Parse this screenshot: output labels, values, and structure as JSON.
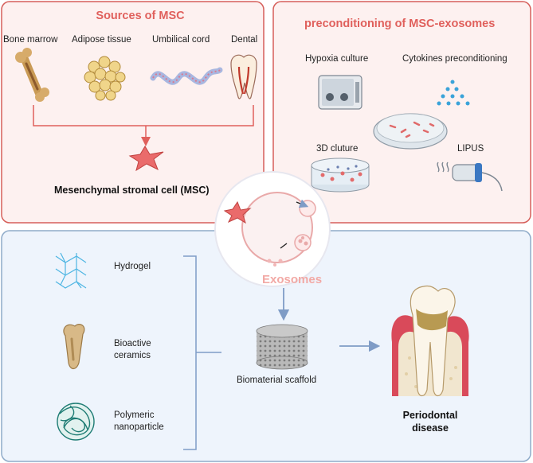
{
  "sources": {
    "title": "Sources of MSC",
    "items": [
      "Bone marrow",
      "Adipose tissue",
      "Umbilical cord",
      "Dental"
    ],
    "result": "Mesenchymal stromal cell (MSC)"
  },
  "preconditioning": {
    "title": "preconditioning  of MSC-exosomes",
    "items": [
      "Hypoxia culture",
      "Cytokines preconditioning",
      "3D cluture",
      "LIPUS"
    ]
  },
  "exosomes_label": "Exosomes",
  "materials": {
    "items": [
      "Hydrogel",
      "Bioactive\nceramics",
      "Polymeric\nnanoparticle"
    ],
    "scaffold": "Biomaterial scaffold",
    "disease": "Periodontal\ndisease"
  },
  "colors": {
    "pink_panel": "#fdf1f0",
    "pink_border": "#d65f5a",
    "blue_panel": "#eef4fc",
    "blue_border": "#8fabc9",
    "arrow_red": "#e0605c",
    "arrow_blue": "#7f9cc6"
  }
}
